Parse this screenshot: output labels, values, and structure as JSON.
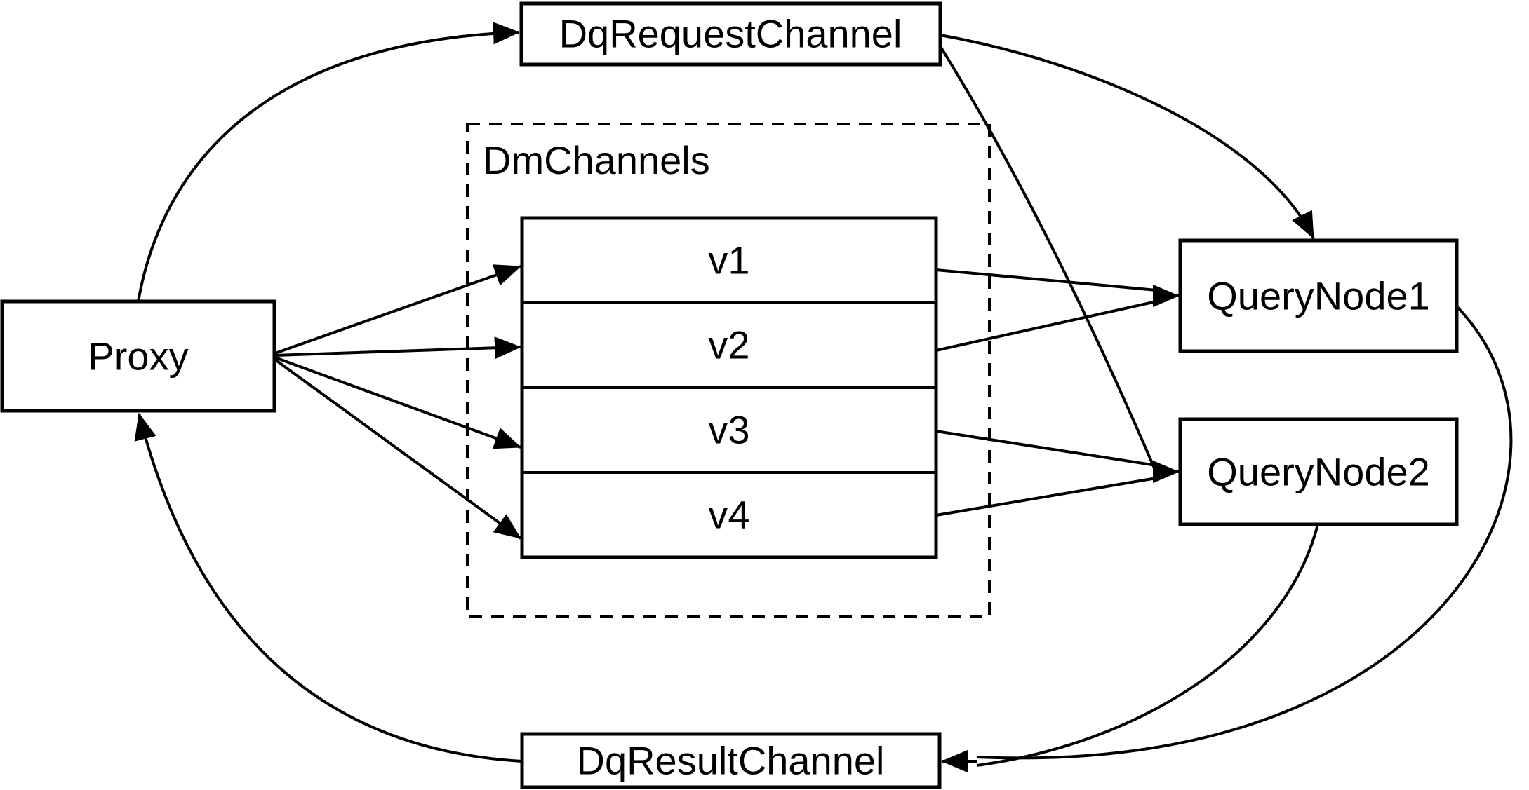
{
  "diagram": {
    "type": "flow-diagram",
    "nodes": {
      "proxy": {
        "label": "Proxy"
      },
      "dq_request_channel": {
        "label": "DqRequestChannel"
      },
      "dm_channels": {
        "label": "DmChannels",
        "style": "dashed-group",
        "channels": [
          {
            "label": "v1"
          },
          {
            "label": "v2"
          },
          {
            "label": "v3"
          },
          {
            "label": "v4"
          }
        ]
      },
      "query_node_1": {
        "label": "QueryNode1"
      },
      "query_node_2": {
        "label": "QueryNode2"
      },
      "dq_result_channel": {
        "label": "DqResultChannel"
      }
    },
    "edges": [
      {
        "from": "Proxy",
        "to": "DqRequestChannel"
      },
      {
        "from": "Proxy",
        "to": "v1"
      },
      {
        "from": "Proxy",
        "to": "v2"
      },
      {
        "from": "Proxy",
        "to": "v3"
      },
      {
        "from": "Proxy",
        "to": "v4"
      },
      {
        "from": "v1",
        "to": "QueryNode1"
      },
      {
        "from": "v2",
        "to": "QueryNode1"
      },
      {
        "from": "v3",
        "to": "QueryNode2"
      },
      {
        "from": "v4",
        "to": "QueryNode2"
      },
      {
        "from": "DqRequestChannel",
        "to": "QueryNode1"
      },
      {
        "from": "DqRequestChannel",
        "to": "QueryNode2"
      },
      {
        "from": "QueryNode1",
        "to": "DqResultChannel"
      },
      {
        "from": "QueryNode2",
        "to": "DqResultChannel"
      },
      {
        "from": "DqResultChannel",
        "to": "Proxy"
      }
    ],
    "colors": {
      "line": "#000000",
      "text": "#000000",
      "node_fill": "#ffffff",
      "background": "#ffffff"
    }
  }
}
